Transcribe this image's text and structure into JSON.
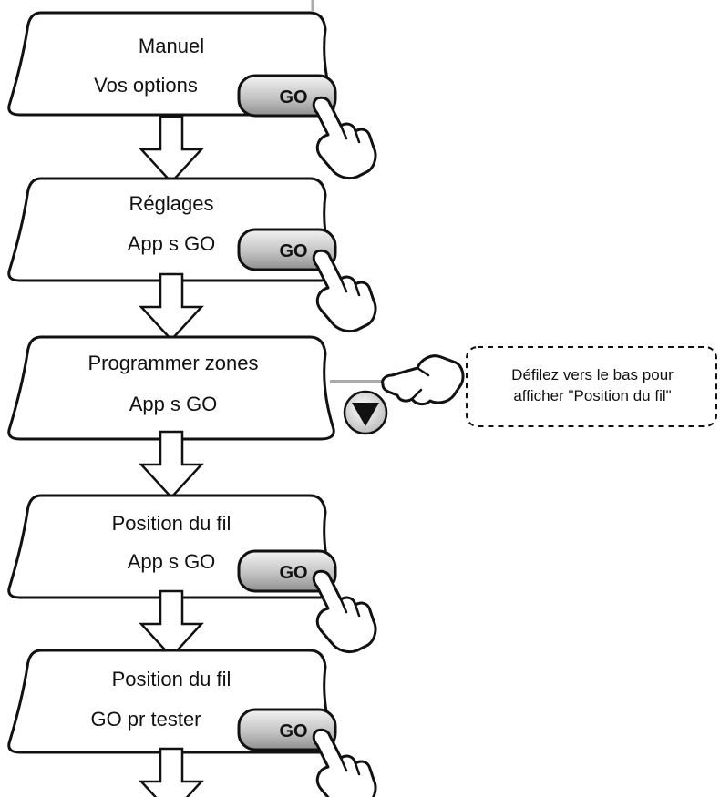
{
  "steps": [
    {
      "title": "Manuel",
      "subtitle": "Vos options",
      "has_go_button": true
    },
    {
      "title": "Réglages",
      "subtitle": "App s GO",
      "has_go_button": true
    },
    {
      "title": "Programmer zones",
      "subtitle": "App s GO",
      "has_go_button": false,
      "has_scroll_down": true
    },
    {
      "title": "Position du fil",
      "subtitle": "App s GO",
      "has_go_button": true
    },
    {
      "title": "Position du fil",
      "subtitle": "GO pr tester",
      "has_go_button": true
    }
  ],
  "go_button_label": "GO",
  "callout": {
    "line1": "Défilez vers le bas pour",
    "line2": "afficher \"Position du fil\""
  },
  "icons": [
    "pointing-hand-icon",
    "down-arrow-flow-icon",
    "scroll-down-triangle-icon"
  ],
  "colors": {
    "outline": "#111111",
    "go_button_gradient_light": "#eeeeee",
    "go_button_gradient_dark": "#8f8f8f",
    "connector_line": "#aaaaaa",
    "background": "#ffffff"
  }
}
